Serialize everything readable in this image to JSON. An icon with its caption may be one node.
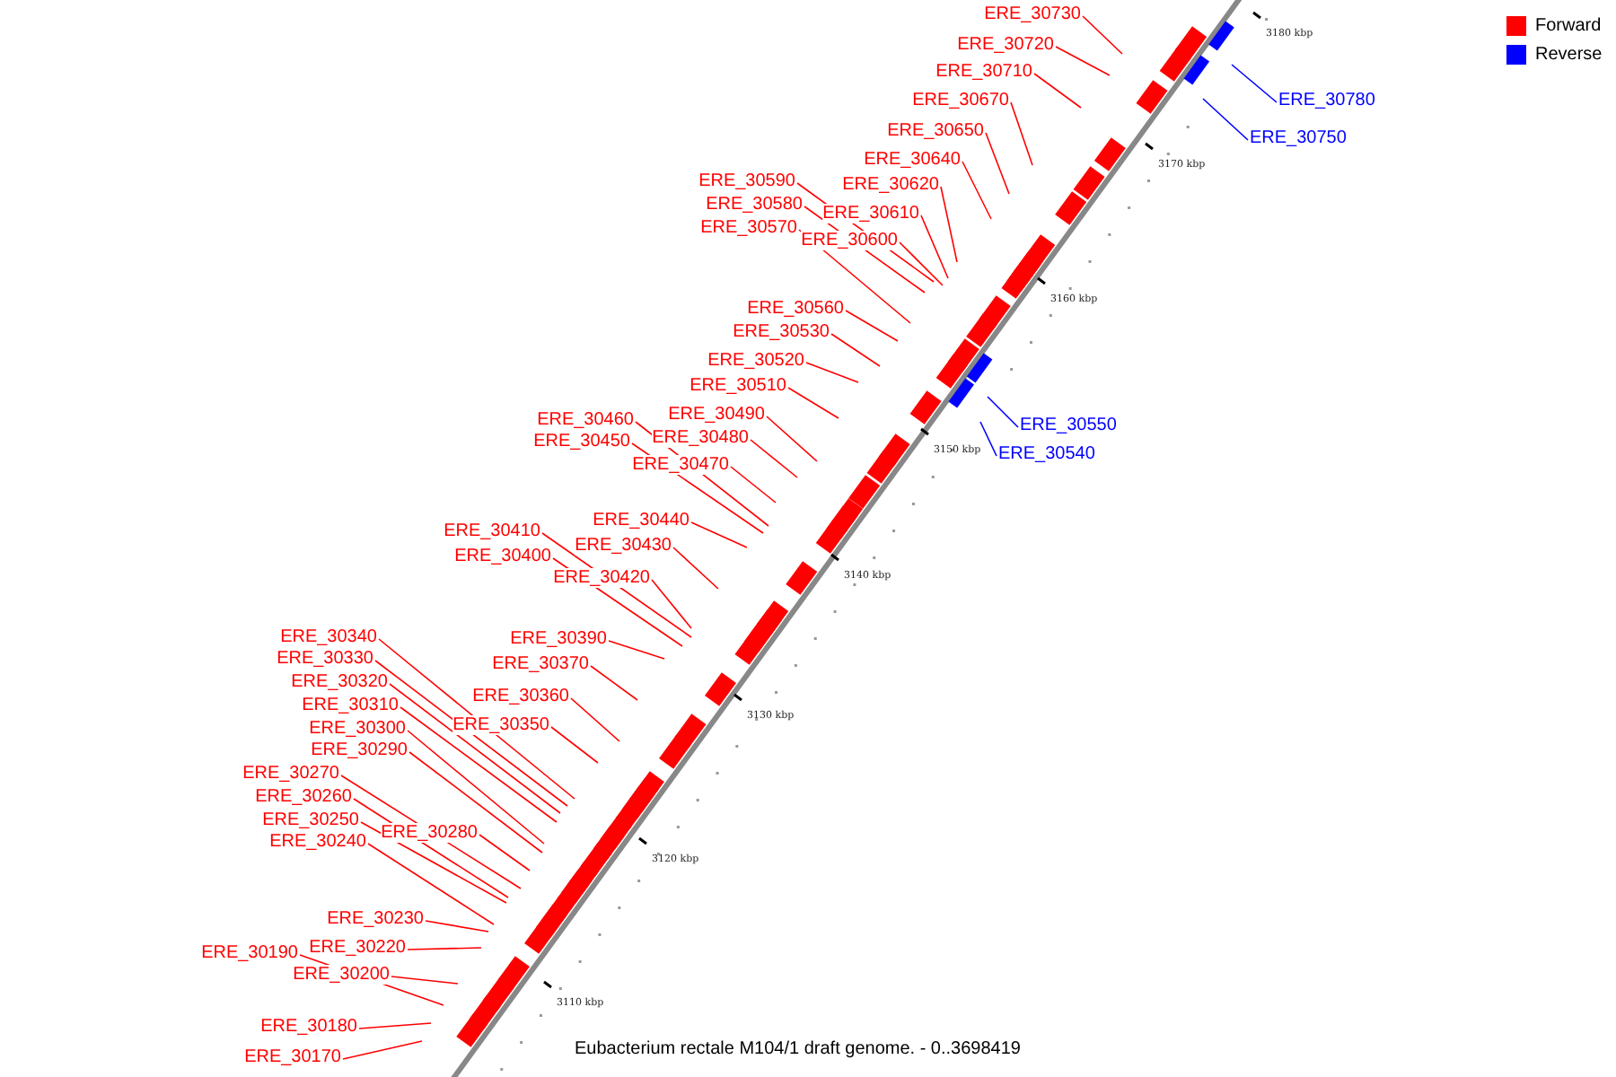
{
  "diagram": {
    "caption": "Eubacterium rectale M104/1 draft genome. - 0..3698419",
    "nodes": [
      {
        "text": [
          "ERE_30730"
        ]
      },
      {
        "text": [
          "ERE_30720"
        ]
      },
      {
        "text": [
          "ERE_30710"
        ]
      },
      {
        "text": [
          "ERE_30670"
        ]
      },
      {
        "text": [
          "ERE_30650"
        ]
      },
      {
        "text": [
          "ERE_30640"
        ]
      },
      {
        "text": [
          "ERE_30620"
        ]
      },
      {
        "text": [
          "ERE_30590"
        ]
      },
      {
        "text": [
          "ERE_30580"
        ]
      },
      {
        "text": [
          "ERE_30610"
        ]
      },
      {
        "text": [
          "ERE_30570"
        ]
      },
      {
        "text": [
          "ERE_30600"
        ]
      },
      {
        "text": [
          "ERE_30560"
        ]
      },
      {
        "text": [
          "ERE_30530"
        ]
      },
      {
        "text": [
          "ERE_30520"
        ]
      },
      {
        "text": [
          "ERE_30510"
        ]
      },
      {
        "text": [
          "ERE_30490"
        ]
      },
      {
        "text": [
          "ERE_30460"
        ]
      },
      {
        "text": [
          "ERE_30480"
        ]
      },
      {
        "text": [
          "ERE_30450"
        ]
      },
      {
        "text": [
          "ERE_30470"
        ]
      },
      {
        "text": [
          "ERE_30440"
        ]
      },
      {
        "text": [
          "ERE_30430"
        ]
      },
      {
        "text": [
          "ERE_30410"
        ]
      },
      {
        "text": [
          "ERE_30400"
        ]
      },
      {
        "text": [
          "ERE_30420"
        ]
      },
      {
        "text": [
          "ERE_30390"
        ]
      },
      {
        "text": [
          "ERE_30340"
        ]
      },
      {
        "text": [
          "ERE_30370"
        ]
      },
      {
        "text": [
          "ERE_30330"
        ]
      },
      {
        "text": [
          "ERE_30320"
        ]
      },
      {
        "text": [
          "ERE_30360"
        ]
      },
      {
        "text": [
          "ERE_30310"
        ]
      },
      {
        "text": [
          "ERE_30350"
        ]
      },
      {
        "text": [
          "ERE_30300"
        ]
      },
      {
        "text": [
          "ERE_30290"
        ]
      },
      {
        "text": [
          "ERE_30270"
        ]
      },
      {
        "text": [
          "ERE_30260"
        ]
      },
      {
        "text": [
          "ERE_30250"
        ]
      },
      {
        "text": [
          "ERE_30280"
        ]
      },
      {
        "text": [
          "ERE_30240"
        ]
      },
      {
        "text": [
          "ERE_30230"
        ]
      },
      {
        "text": [
          "ERE_30220"
        ]
      },
      {
        "text": [
          "ERE_30190"
        ]
      },
      {
        "text": [
          "ERE_30200"
        ]
      },
      {
        "text": [
          "ERE_30180"
        ]
      },
      {
        "text": [
          "ERE_30170"
        ]
      },
      {
        "text": [
          "ERE_30780"
        ]
      },
      {
        "text": [
          "ERE_30750"
        ]
      },
      {
        "text": [
          "ERE_30550"
        ]
      },
      {
        "text": [
          "ERE_30540"
        ]
      }
    ],
    "edges": [
      {
        "from": 0,
        "to": null,
        "arrow": "none"
      },
      {
        "from": 1,
        "to": null,
        "arrow": "none"
      },
      {
        "from": 2,
        "to": null,
        "arrow": "none"
      },
      {
        "from": 3,
        "to": null,
        "arrow": "none"
      },
      {
        "from": 4,
        "to": null,
        "arrow": "none"
      },
      {
        "from": 5,
        "to": null,
        "arrow": "none"
      },
      {
        "from": 6,
        "to": null,
        "arrow": "none"
      },
      {
        "from": 7,
        "to": null,
        "arrow": "none"
      },
      {
        "from": 8,
        "to": null,
        "arrow": "none"
      },
      {
        "from": 9,
        "to": null,
        "arrow": "none"
      },
      {
        "from": 10,
        "to": null,
        "arrow": "none"
      },
      {
        "from": 11,
        "to": null,
        "arrow": "none"
      },
      {
        "from": 12,
        "to": null,
        "arrow": "none"
      },
      {
        "from": 13,
        "to": null,
        "arrow": "none"
      },
      {
        "from": 14,
        "to": null,
        "arrow": "none"
      },
      {
        "from": 15,
        "to": null,
        "arrow": "none"
      },
      {
        "from": 16,
        "to": null,
        "arrow": "none"
      },
      {
        "from": 17,
        "to": null,
        "arrow": "none"
      },
      {
        "from": 18,
        "to": null,
        "arrow": "none"
      },
      {
        "from": 19,
        "to": null,
        "arrow": "none"
      },
      {
        "from": 20,
        "to": null,
        "arrow": "none"
      },
      {
        "from": 21,
        "to": null,
        "arrow": "none"
      },
      {
        "from": 22,
        "to": null,
        "arrow": "none"
      },
      {
        "from": 23,
        "to": null,
        "arrow": "none"
      },
      {
        "from": 24,
        "to": null,
        "arrow": "none"
      },
      {
        "from": 25,
        "to": null,
        "arrow": "none"
      },
      {
        "from": 26,
        "to": null,
        "arrow": "none"
      },
      {
        "from": 27,
        "to": null,
        "arrow": "none"
      },
      {
        "from": 28,
        "to": null,
        "arrow": "none"
      },
      {
        "from": 29,
        "to": null,
        "arrow": "none"
      },
      {
        "from": 30,
        "to": null,
        "arrow": "none"
      },
      {
        "from": 31,
        "to": null,
        "arrow": "none"
      },
      {
        "from": 32,
        "to": null,
        "arrow": "none"
      },
      {
        "from": 33,
        "to": null,
        "arrow": "none"
      },
      {
        "from": 34,
        "to": null,
        "arrow": "none"
      },
      {
        "from": 35,
        "to": null,
        "arrow": "none"
      },
      {
        "from": 36,
        "to": null,
        "arrow": "none"
      },
      {
        "from": 37,
        "to": null,
        "arrow": "none"
      },
      {
        "from": 38,
        "to": null,
        "arrow": "none"
      },
      {
        "from": 39,
        "to": null,
        "arrow": "none"
      },
      {
        "from": 40,
        "to": null,
        "arrow": "none"
      },
      {
        "from": 41,
        "to": null,
        "arrow": "none"
      },
      {
        "from": 42,
        "to": null,
        "arrow": "none"
      },
      {
        "from": 43,
        "to": null,
        "arrow": "none"
      },
      {
        "from": 44,
        "to": null,
        "arrow": "none"
      },
      {
        "from": 45,
        "to": null,
        "arrow": "none"
      },
      {
        "from": 46,
        "to": null,
        "arrow": "none"
      },
      {
        "from": 47,
        "to": null,
        "arrow": "none",
        "color": "#0000ff"
      },
      {
        "from": 48,
        "to": null,
        "arrow": "none",
        "color": "#0000ff"
      },
      {
        "from": 49,
        "to": null,
        "arrow": "none",
        "color": "#0000ff"
      },
      {
        "from": 50,
        "to": null,
        "arrow": "none",
        "color": "#0000ff"
      }
    ],
    "labels": [
      "3180 kbp",
      "3170 kbp",
      "3160 kbp",
      "3150 kbp",
      "3140 kbp",
      "3130 kbp",
      "3120 kbp",
      "3110 kbp"
    ],
    "legend": [
      {
        "text": "Forward",
        "color": "#ff0000"
      },
      {
        "text": "Reverse",
        "color": "#0000ff"
      }
    ]
  }
}
